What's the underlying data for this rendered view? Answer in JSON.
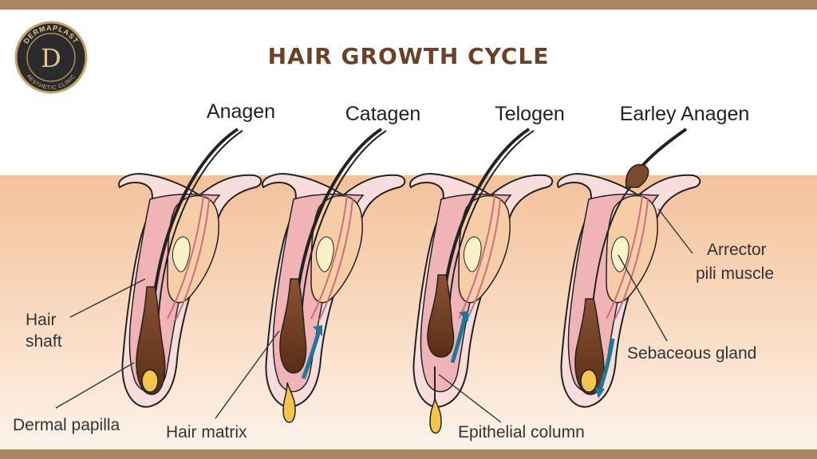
{
  "title": "HAIR GROWTH CYCLE",
  "logo": {
    "brand": "DERMAPLAST",
    "monogram": "D",
    "subtitle": "AESTHETIC CLINIC"
  },
  "stages": [
    "Anagen",
    "Catagen",
    "Telogen",
    "Earley Anagen"
  ],
  "labels": {
    "hair_shaft_line1": "Hair",
    "hair_shaft_line2": "shaft",
    "dermal_papilla": "Dermal papilla",
    "hair_matrix": "Hair matrix",
    "epithelial_column": "Epithelial column",
    "arrector_line1": "Arrector",
    "arrector_line2": "pili muscle",
    "sebaceous_gland": "Sebaceous gland"
  },
  "colors": {
    "border": "#a98562",
    "title": "#6b4226",
    "skin_top": "#f6c9a2",
    "arrow": "#1a7a9a",
    "bulb": "#6b3a1f",
    "papilla": "#f3c54a"
  }
}
